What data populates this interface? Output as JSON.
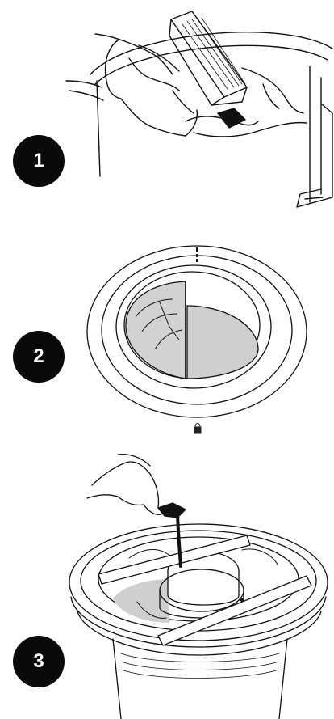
{
  "steps": [
    {
      "number": "1"
    },
    {
      "number": "2"
    },
    {
      "number": "3"
    }
  ],
  "colors": {
    "ink": "#111111",
    "badge": "#0a0a0a",
    "badge_text": "#ffffff",
    "shade": "#cfcfcf",
    "paper": "#ffffff"
  },
  "icons": {
    "step1": "hand-placing-filter-cartridge-illustration",
    "step2": "chamber-top-view-illustration",
    "step3": "hand-pouring-into-chamber-illustration",
    "small": "small-lock-icon"
  }
}
